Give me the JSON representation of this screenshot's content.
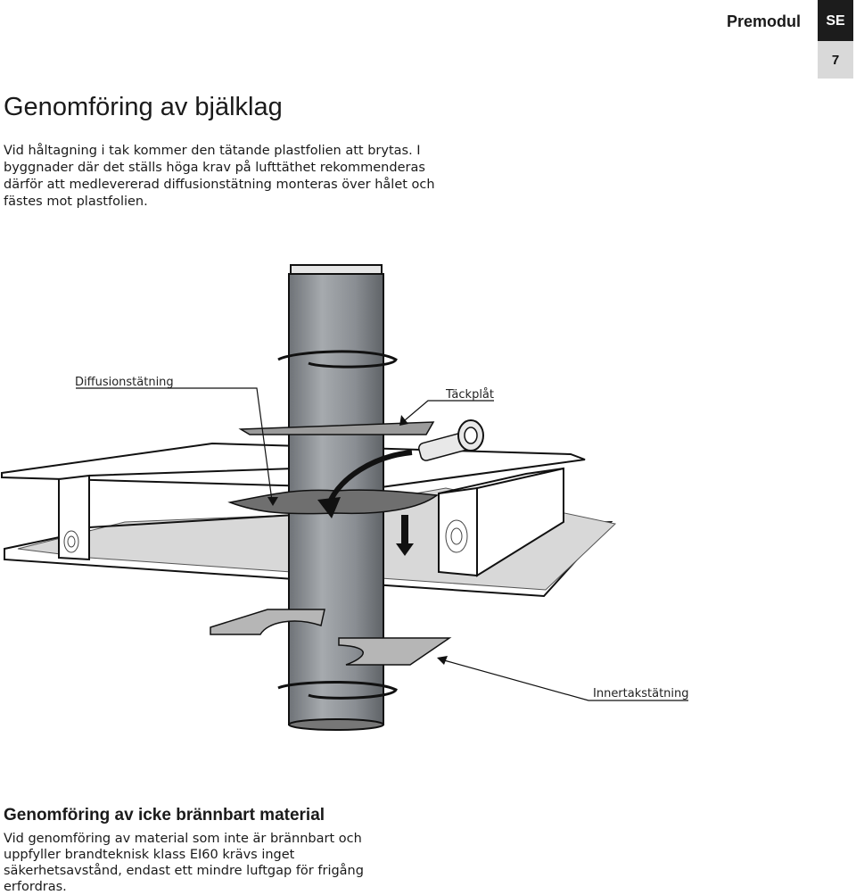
{
  "header": {
    "title": "Premodul",
    "lang": "SE",
    "page_number": "7"
  },
  "section": {
    "title": "Genomföring av bjälklag",
    "intro": "Vid håltagning i tak kommer den tätande plastfolien att brytas. I byggnader där det ställs höga krav på lufttäthet rekommenderas därför att medlevererad diffusionstätning monteras över hålet och fästes mot plastfolien."
  },
  "figure": {
    "labels": {
      "diffusion": "Diffusionstätning",
      "cover": "Täckplåt",
      "ceiling_seal": "Innertakstätning"
    },
    "colors": {
      "pipe": "#8e9297",
      "insulation": "#d8d8d8",
      "wood": "#ffffff",
      "seal": "#6f6f6f"
    }
  },
  "section2": {
    "title": "Genomföring av icke brännbart material",
    "body": "Vid genomföring av material som inte är brännbart och uppfyller brandteknisk klass EI60 krävs inget säkerhetsavstånd, endast ett mindre luftgap för frigång erfordras."
  }
}
